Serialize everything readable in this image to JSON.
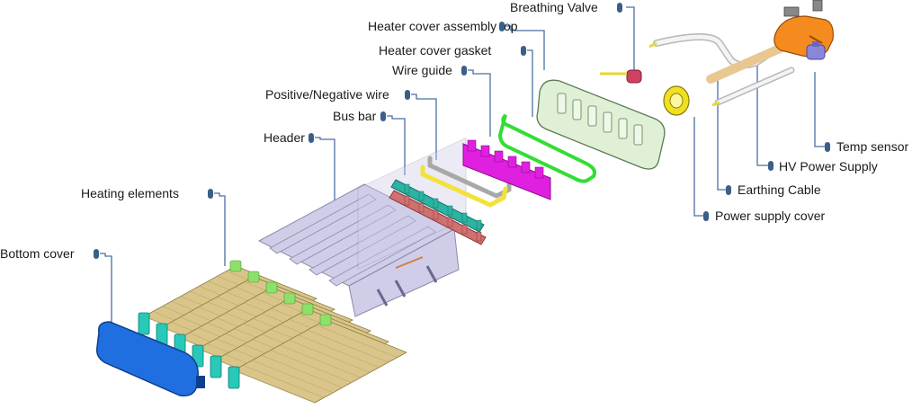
{
  "colors": {
    "leader": "#4a6fa5",
    "dot": "#3b5f8a",
    "bottom_cover": "#1f6fe0",
    "heating_fin": "#d9c58a",
    "heating_end": "#28c9b9",
    "header_frame": "#cfcde8",
    "bus_bar_top": "#2bb3a3",
    "bus_bar_bottom": "#d07070",
    "wire_positive": "#f2e23a",
    "wire_negative": "#a8a8a8",
    "wire_guide": "#e020e0",
    "gasket": "#33dd33",
    "cover_top": "#dff0d6",
    "power_cover": "#f0e020",
    "hv_connector": "#f58a1e",
    "hv_cable": "#e8c890",
    "temp_sensor": "#8a86d8",
    "breathing_valve": "#d04060"
  },
  "labels": {
    "breathing_valve": "Breathing Valve",
    "heater_cover_top": "Heater cover assembly top",
    "heater_cover_gasket": "Heater cover gasket",
    "wire_guide": "Wire guide",
    "pos_neg_wire": "Positive/Negative wire",
    "bus_bar": "Bus bar",
    "header": "Header",
    "heating_elements": "Heating elements",
    "bottom_cover": "Bottom cover",
    "temp_sensor": "Temp sensor",
    "hv_power_supply": "HV Power Supply",
    "earthing_cable": "Earthing Cable",
    "power_supply_cover": "Power supply cover"
  }
}
